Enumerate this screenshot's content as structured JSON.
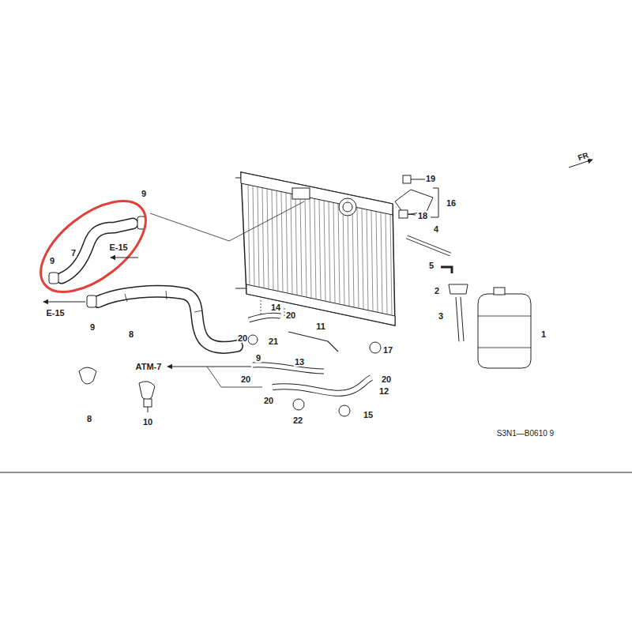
{
  "diagram": {
    "labels": [
      "9",
      "7",
      "9",
      "E-15",
      "E-15",
      "9",
      "8",
      "8",
      "10",
      "ATM-7",
      "20",
      "14",
      "20",
      "11",
      "21",
      "9",
      "13",
      "20",
      "20",
      "22",
      "17",
      "20",
      "12",
      "15",
      "19",
      "16",
      "18",
      "4",
      "5",
      "2",
      "3",
      "1",
      "S3N1—B0610 9",
      "FR"
    ]
  }
}
